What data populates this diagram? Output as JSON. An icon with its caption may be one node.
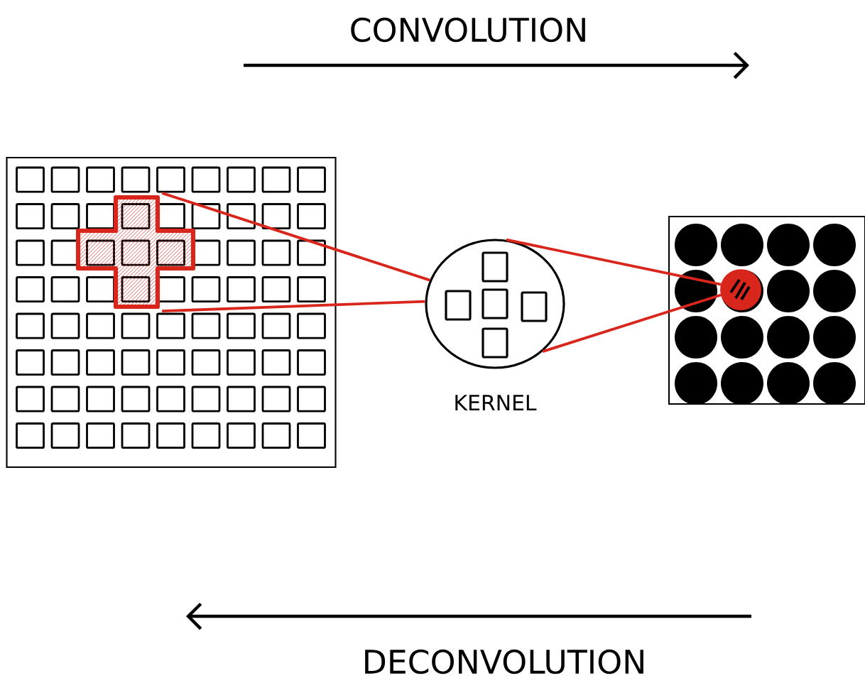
{
  "diagram": {
    "nodes": [
      {
        "text": [],
        "shape": "box"
      },
      {
        "text": [],
        "shape": "cross",
        "in": 0
      },
      {
        "text": [
          "KERNEL"
        ]
      },
      {
        "text": [],
        "shape": "box"
      },
      {
        "text": [],
        "shape": "circle",
        "in": 3
      }
    ],
    "edges": [
      {
        "from": 1,
        "to": 2,
        "arrow": "none",
        "color": "#d9261c"
      },
      {
        "from": 1,
        "to": 2,
        "arrow": "none",
        "color": "#d9261c"
      },
      {
        "from": 2,
        "to": 4,
        "arrow": "none",
        "color": "#d9261c"
      },
      {
        "from": 2,
        "to": 4,
        "arrow": "none",
        "color": "#d9261c"
      }
    ],
    "labels": [
      "CONVOLUTION",
      "DECONVOLUTION"
    ]
  }
}
